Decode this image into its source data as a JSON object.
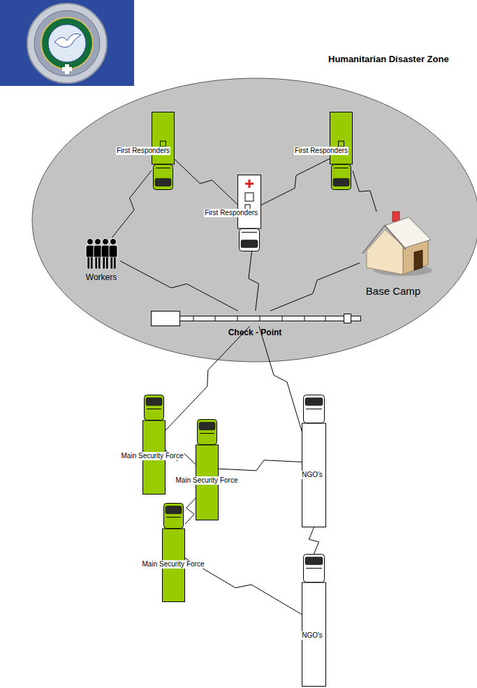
{
  "diagram": {
    "title": "Humanitarian Disaster Zone",
    "nodes": [
      {
        "text": [
          "First Responders"
        ]
      },
      {
        "text": [
          "First Responders"
        ]
      },
      {
        "text": [
          "First Responders"
        ]
      },
      {
        "text": [
          "Workers"
        ]
      },
      {
        "text": [
          "Base Camp"
        ]
      },
      {
        "text": [
          "Check - Point"
        ]
      },
      {
        "text": [
          "Main Security Force"
        ]
      },
      {
        "text": [
          "NGO's"
        ]
      },
      {
        "text": [
          "Main Security Force"
        ]
      },
      {
        "text": [
          "Main Security Force"
        ]
      },
      {
        "text": [
          "NGO's"
        ]
      }
    ],
    "edges": [
      {
        "from": 0,
        "to": 3,
        "arrow": "none"
      },
      {
        "from": 0,
        "to": 2,
        "arrow": "none"
      },
      {
        "from": 1,
        "to": 2,
        "arrow": "none"
      },
      {
        "from": 1,
        "to": 4,
        "arrow": "none"
      },
      {
        "from": 3,
        "to": 5,
        "arrow": "none"
      },
      {
        "from": 2,
        "to": 5,
        "arrow": "none"
      },
      {
        "from": 4,
        "to": 5,
        "arrow": "none"
      },
      {
        "from": 5,
        "to": 6,
        "arrow": "none"
      },
      {
        "from": 5,
        "to": 7,
        "arrow": "none"
      },
      {
        "from": 6,
        "to": 8,
        "arrow": "none"
      },
      {
        "from": 8,
        "to": 7,
        "arrow": "none"
      },
      {
        "from": 8,
        "to": 9,
        "arrow": "none"
      },
      {
        "from": 9,
        "to": 10,
        "arrow": "none"
      },
      {
        "from": 7,
        "to": 10,
        "arrow": "none"
      }
    ]
  }
}
